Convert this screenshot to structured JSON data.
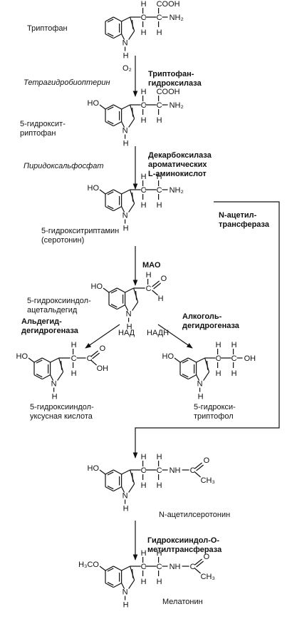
{
  "compounds": {
    "tryptophan": "Триптофан",
    "hydroxytryptophan": [
      "5-гидроксит-",
      "риптофан"
    ],
    "serotonin": [
      "5-гидрокситриптамин",
      "(серотонин)"
    ],
    "hiaa_aldehyde": [
      "5-гидроксииндол-",
      "ацетальдегид"
    ],
    "hiaa": [
      "5-гидроксииндол-",
      "уксусная кислота"
    ],
    "hydroxytryptophol": [
      "5-гидрокси-",
      "триптофол"
    ],
    "acetylserotonin": "N-ацетилсеротонин",
    "melatonin": "Мелатонин"
  },
  "cofactors": {
    "o2": "O₂",
    "thb": "Тетрагидробиоптерин",
    "plp": "Пиридоксальфосфат",
    "nad": "НАД",
    "nadh": "НАДН"
  },
  "enzymes": {
    "tph": [
      "Триптофан-",
      "гидроксилаза"
    ],
    "aadc": [
      "Декарбоксилаза",
      "ароматических",
      "L-аминокислот"
    ],
    "mao": "МАО",
    "aldh": [
      "Альдегид-",
      "дегидрогеназа"
    ],
    "adh": [
      "Алкоголь-",
      "дегидрогеназа"
    ],
    "nat": [
      "N-ацетил-",
      "трансфераза"
    ],
    "hiomt": [
      "Гидроксииндол-О-",
      "метилтрансфераза"
    ]
  },
  "groups": {
    "cooh": "COOH",
    "nh2": "NH₂",
    "h": "H",
    "n": "N",
    "ho": "HO",
    "o": "O",
    "oh": "OH",
    "nh": "NH",
    "ch3": "CH₃",
    "h3co": "H₃CO"
  }
}
